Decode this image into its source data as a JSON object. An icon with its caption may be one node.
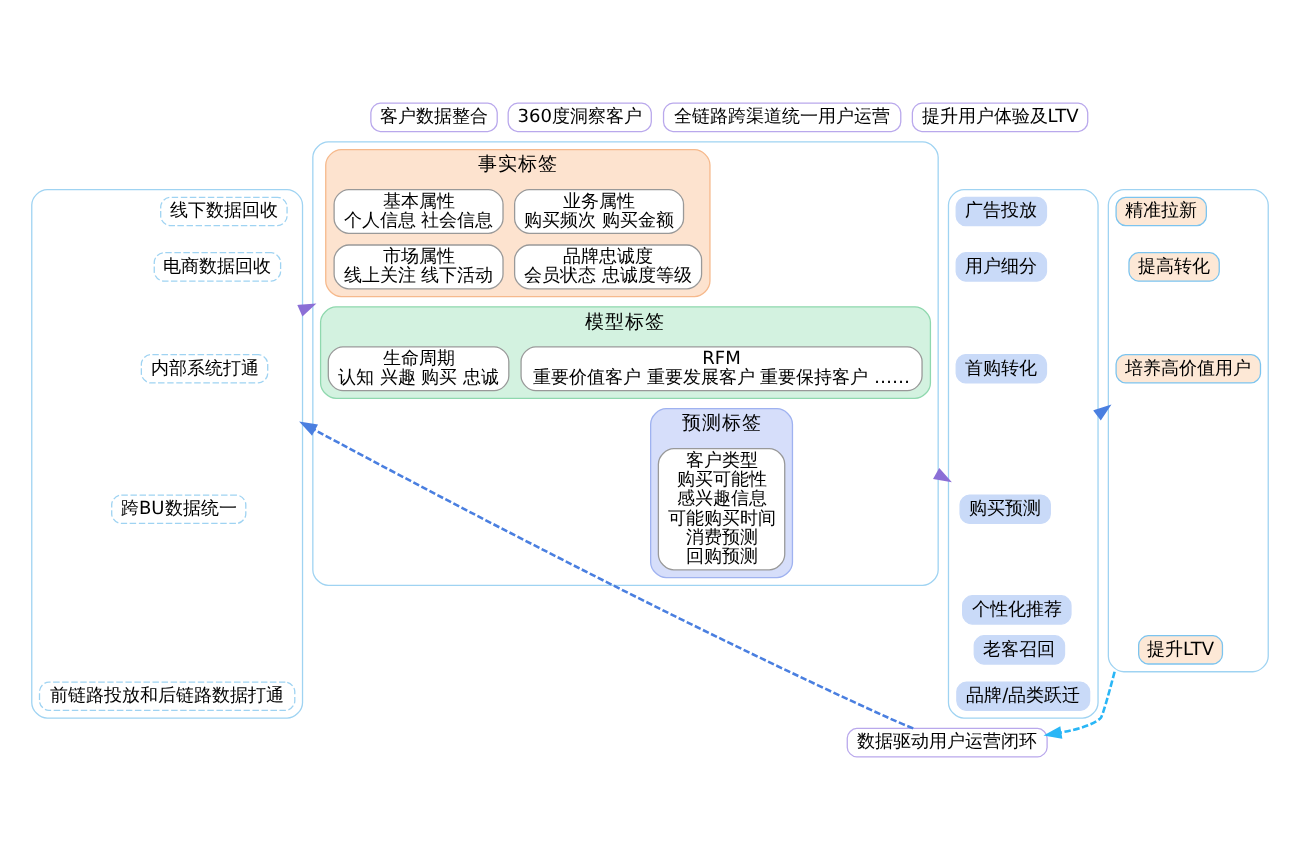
{
  "diagram": {
    "nodes": [
      {
        "text": [
          "客户数据整合"
        ]
      },
      {
        "text": [],
        "shape": "box"
      },
      {
        "text": [
          "线下数据回收"
        ],
        "in": 1
      },
      {
        "text": [
          "电商数据回收"
        ],
        "in": 1
      },
      {
        "text": [
          "内部系统打通"
        ],
        "in": 1
      },
      {
        "text": [
          "跨BU数据统一"
        ],
        "in": 1
      },
      {
        "text": [
          "前链路投放和后链路数据打通"
        ],
        "in": 1
      },
      {
        "text": [
          "360度洞察客户"
        ]
      },
      {
        "text": [],
        "shape": "box"
      },
      {
        "text": [
          "事实标签"
        ],
        "in": 8
      },
      {
        "text": [
          "基本属性",
          "个人信息 社会信息"
        ],
        "in": 9
      },
      {
        "text": [
          "业务属性",
          "购买频次 购买金额"
        ],
        "in": 9
      },
      {
        "text": [
          "市场属性",
          "线上关注 线下活动"
        ],
        "in": 9
      },
      {
        "text": [
          "品牌忠诚度",
          "会员状态 忠诚度等级"
        ],
        "in": 9
      },
      {
        "text": [
          "模型标签"
        ],
        "in": 8
      },
      {
        "text": [
          "生命周期",
          "认知 兴趣 购买 忠诚"
        ],
        "in": 14
      },
      {
        "text": [
          "RFM",
          "重要价值客户 重要发展客户 重要保持客户 ……"
        ],
        "in": 14
      },
      {
        "text": [
          "预测标签"
        ],
        "in": 8
      },
      {
        "text": [
          "客户类型",
          "购买可能性",
          "感兴趣信息",
          "可能购买时间",
          "消费预测",
          "回购预测"
        ],
        "in": 17
      },
      {
        "text": [
          "全链路跨渠道统一用户运营"
        ]
      },
      {
        "text": [],
        "shape": "box"
      },
      {
        "text": [
          "广告投放"
        ],
        "in": 20
      },
      {
        "text": [
          "用户细分"
        ],
        "in": 20
      },
      {
        "text": [
          "首购转化"
        ],
        "in": 20
      },
      {
        "text": [
          "购买预测"
        ],
        "in": 20
      },
      {
        "text": [
          "个性化推荐"
        ],
        "in": 20
      },
      {
        "text": [
          "老客召回"
        ],
        "in": 20
      },
      {
        "text": [
          "品牌/品类跃迁"
        ],
        "in": 20
      },
      {
        "text": [
          "提升用户体验及LTV"
        ]
      },
      {
        "text": [],
        "shape": "box"
      },
      {
        "text": [
          "精准拉新"
        ],
        "in": 29
      },
      {
        "text": [
          "提高转化"
        ],
        "in": 29
      },
      {
        "text": [
          "培养高价值用户"
        ],
        "in": 29
      },
      {
        "text": [
          "提升LTV"
        ],
        "in": 29
      },
      {
        "text": [
          "数据驱动用户运营闭环"
        ]
      }
    ],
    "edges": [
      {
        "from": 1,
        "to": 8,
        "arrow": "to",
        "color": "#8b6fd6"
      },
      {
        "from": 8,
        "to": 20,
        "arrow": "to",
        "color": "#8b6fd6"
      },
      {
        "from": 20,
        "to": 29,
        "arrow": "to"
      },
      {
        "from": 29,
        "to": 34,
        "arrow": "to",
        "style": "dashed",
        "color": "#29b6f6"
      },
      {
        "from": 34,
        "to": 1,
        "arrow": "to",
        "style": "dashed"
      }
    ]
  }
}
